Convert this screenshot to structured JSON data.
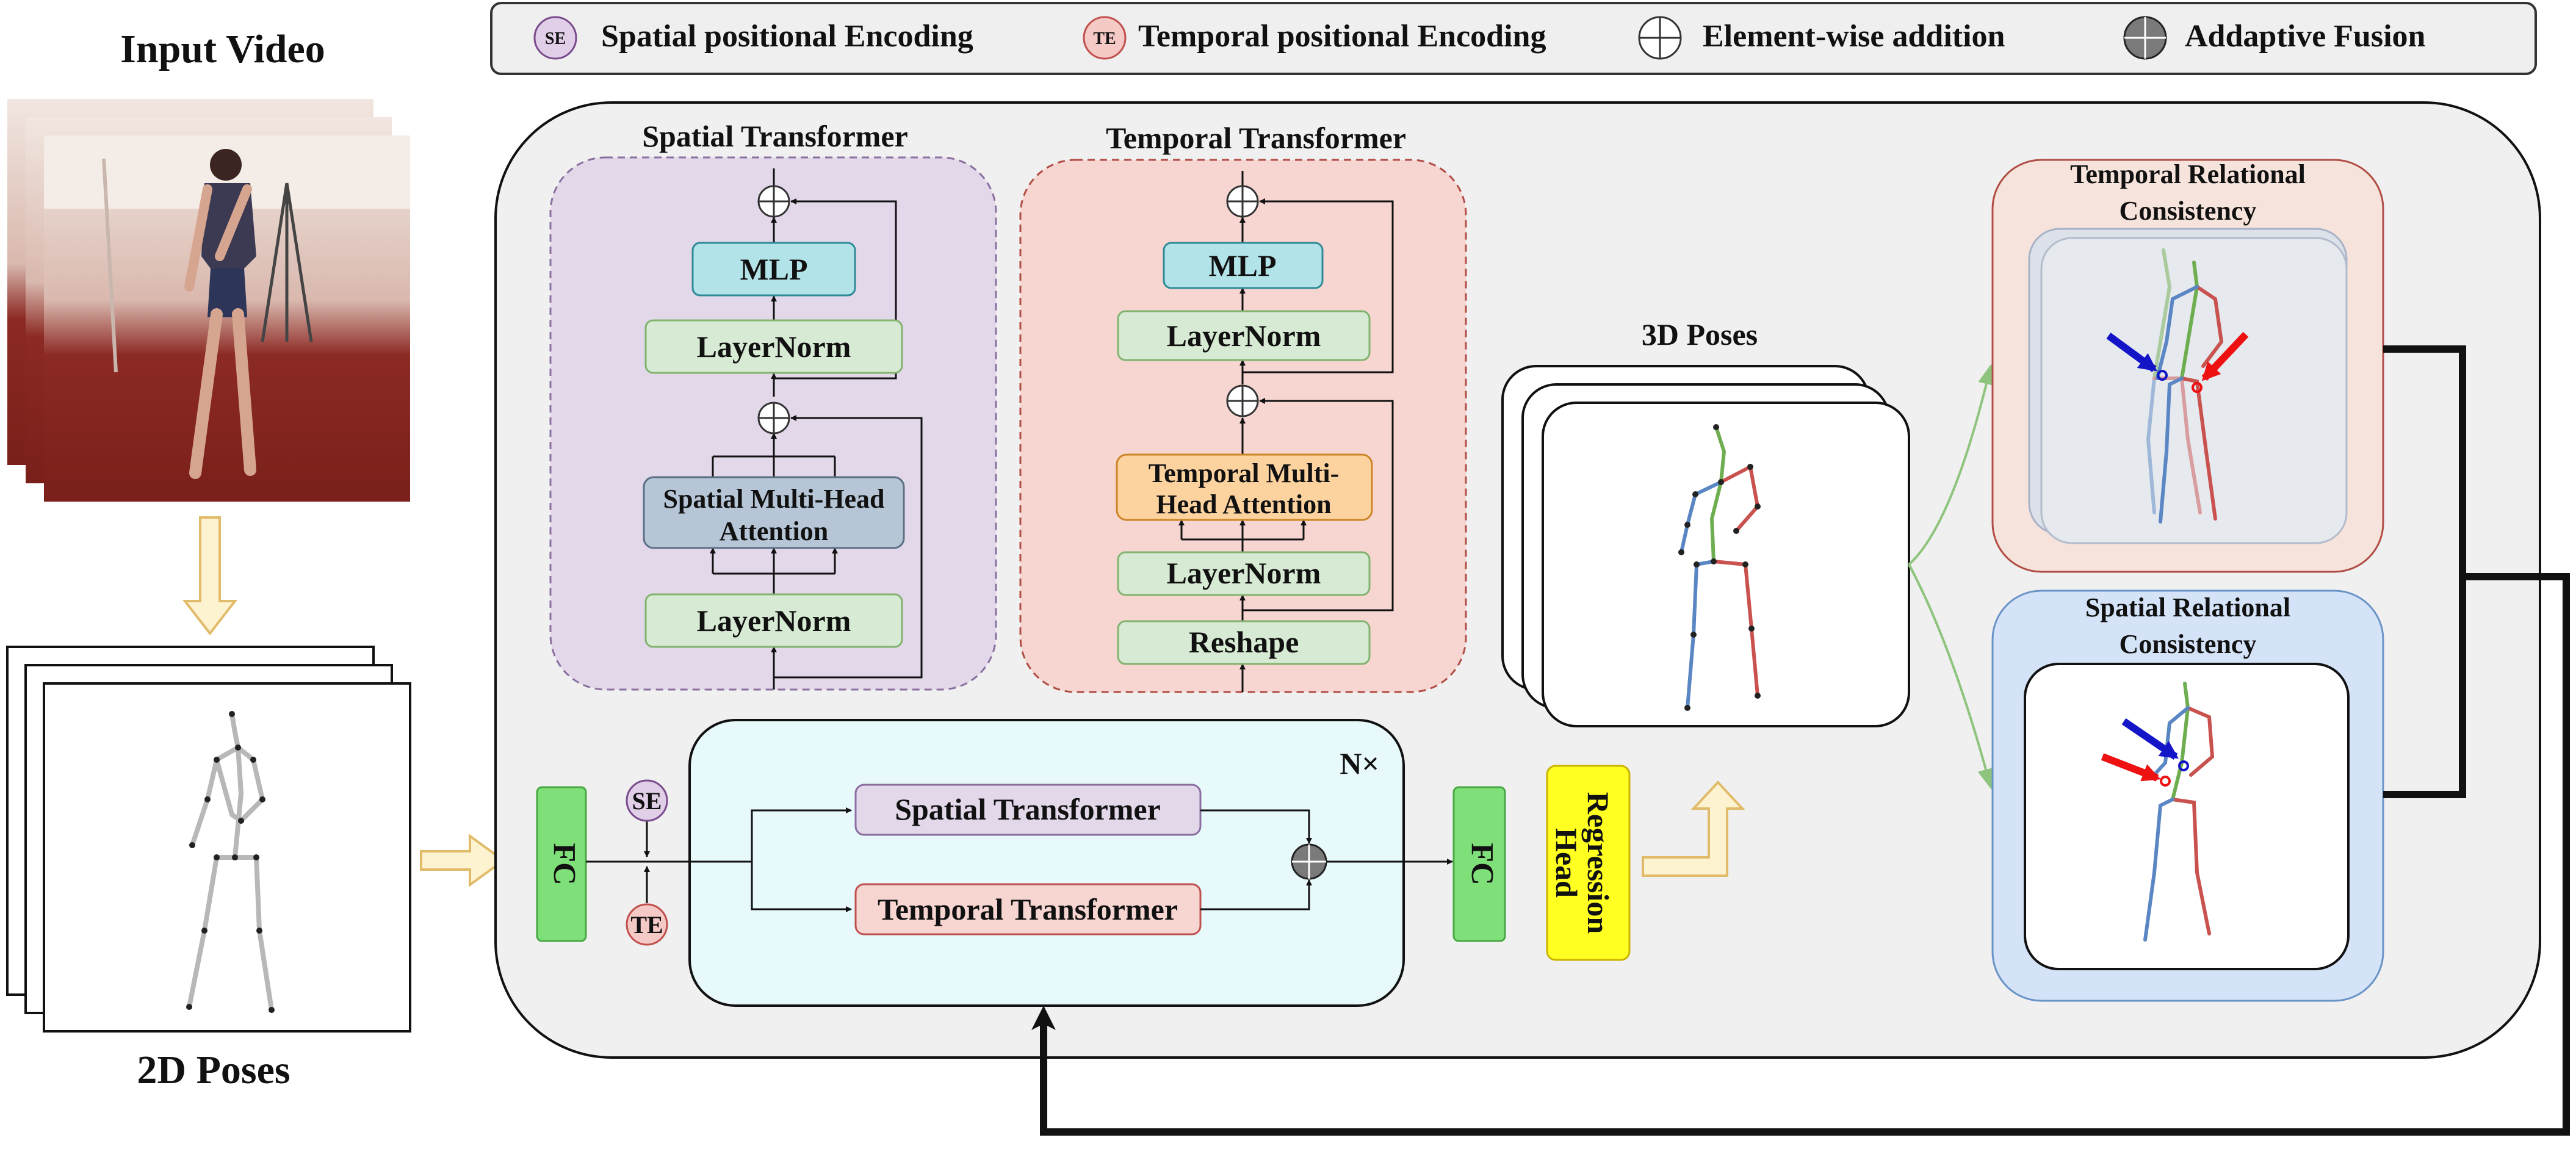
{
  "legend": {
    "se_badge": "SE",
    "se_label": "Spatial positional Encoding",
    "te_badge": "TE",
    "te_label": "Temporal positional Encoding",
    "add_label": "Element-wise addition",
    "fusion_label": "Addaptive Fusion"
  },
  "input_video_title": "Input Video",
  "poses_2d_title": "2D Poses",
  "spatial_block": {
    "title": "Spatial Transformer",
    "mlp": "MLP",
    "layernorm_top": "LayerNorm",
    "attention_line1": "Spatial Multi-Head",
    "attention_line2": "Attention",
    "layernorm_bottom": "LayerNorm"
  },
  "temporal_block": {
    "title": "Temporal Transformer",
    "mlp": "MLP",
    "layernorm_top": "LayerNorm",
    "attention_line1": "Temporal Multi-",
    "attention_line2": "Head Attention",
    "layernorm_bottom": "LayerNorm",
    "reshape": "Reshape"
  },
  "pipeline": {
    "fc_left": "FC",
    "se": "SE",
    "te": "TE",
    "repeat": "N×",
    "spatial_transformer": "Spatial Transformer",
    "temporal_transformer": "Temporal Transformer",
    "fc_right": "FC",
    "regression_line1": "Regression",
    "regression_line2": "Head"
  },
  "poses_3d_title": "3D Poses",
  "temporal_consistency": {
    "line1": "Temporal Relational",
    "line2": "Consistency"
  },
  "spatial_consistency": {
    "line1": "Spatial Relational",
    "line2": "Consistency"
  },
  "colors": {
    "spatial_bg": "#e3d8ea",
    "temporal_bg": "#f7d6d2",
    "mlp": "#b2e3e8",
    "layernorm": "#d7ead3",
    "spatial_attn": "#b7c6d6",
    "temporal_attn": "#fcd29f",
    "fc": "#7fe07a",
    "regression": "#ffff22",
    "loop_bg": "#e8f9fb",
    "main_bg": "#f0f0f0",
    "skeleton_left": "#5a86c4",
    "skeleton_right": "#c9524e",
    "skeleton_spine": "#6fae50"
  }
}
